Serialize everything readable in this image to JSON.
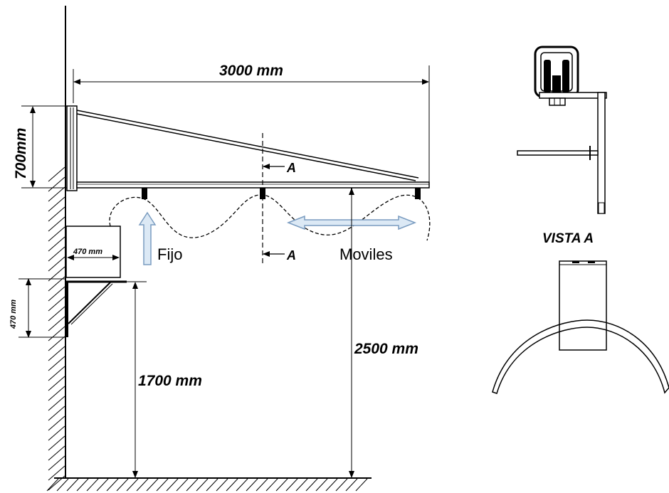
{
  "dimensions": {
    "beam_length": "3000 mm",
    "bracket_height": "700mm",
    "box_width": "470 mm",
    "box_height": "470 mm",
    "ground_to_box": "1700 mm",
    "ground_to_beam": "2500 mm"
  },
  "labels": {
    "fixed": "Fijo",
    "mobile": "Moviles",
    "section_mark_top": "A",
    "section_mark_bottom": "A",
    "view_title": "VISTA A"
  },
  "colors": {
    "arrow_fill": "#dce9f5",
    "arrow_stroke": "#7a9cc0",
    "line": "#000000"
  }
}
